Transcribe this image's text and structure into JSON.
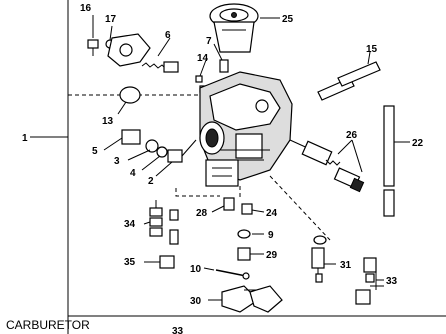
{
  "caption": "CARBURETOR",
  "labels": {
    "n1": "1",
    "n2": "2",
    "n3": "3",
    "n4": "4",
    "n5": "5",
    "n6": "6",
    "n7": "7",
    "n9": "9",
    "n10": "10",
    "n13": "13",
    "n14": "14",
    "n15": "15",
    "n16": "16",
    "n17": "17",
    "n22": "22",
    "n24": "24",
    "n25": "25",
    "n26": "26",
    "n28": "28",
    "n29": "29",
    "n30": "30",
    "n31": "31",
    "n33": "33",
    "n34": "34",
    "n35": "35",
    "n33b": "33"
  }
}
